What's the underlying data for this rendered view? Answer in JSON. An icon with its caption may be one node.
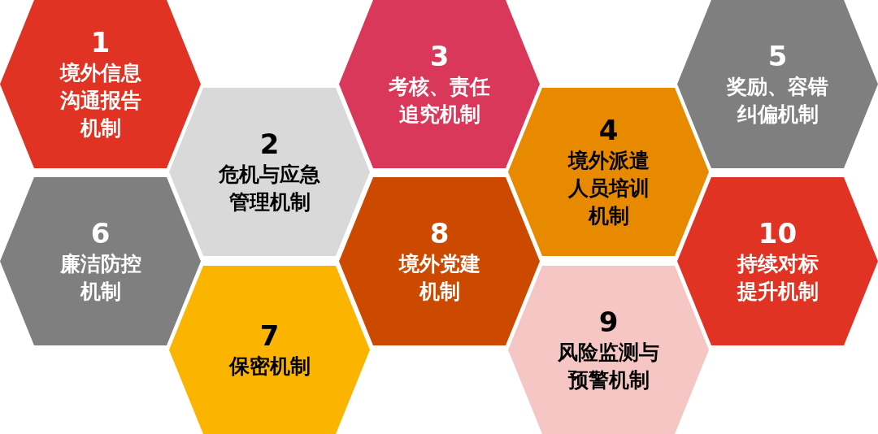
{
  "diagram": {
    "nodes": [
      {
        "text": [
          "1",
          "境外信息沟通报告机制"
        ]
      },
      {
        "text": [
          "2",
          "危机与应急管理机制"
        ]
      },
      {
        "text": [
          "3",
          "考核、责任追究机制"
        ]
      },
      {
        "text": [
          "4",
          "境外派遣人员培训机制"
        ]
      },
      {
        "text": [
          "5",
          "奖励、容错纠偏机制"
        ]
      },
      {
        "text": [
          "6",
          "廉洁防控机制"
        ]
      },
      {
        "text": [
          "7",
          "保密机制"
        ]
      },
      {
        "text": [
          "8",
          "境外党建机制"
        ]
      },
      {
        "text": [
          "9",
          "风险监测与预警机制"
        ]
      },
      {
        "text": [
          "10",
          "持续对标提升机制"
        ]
      }
    ]
  }
}
